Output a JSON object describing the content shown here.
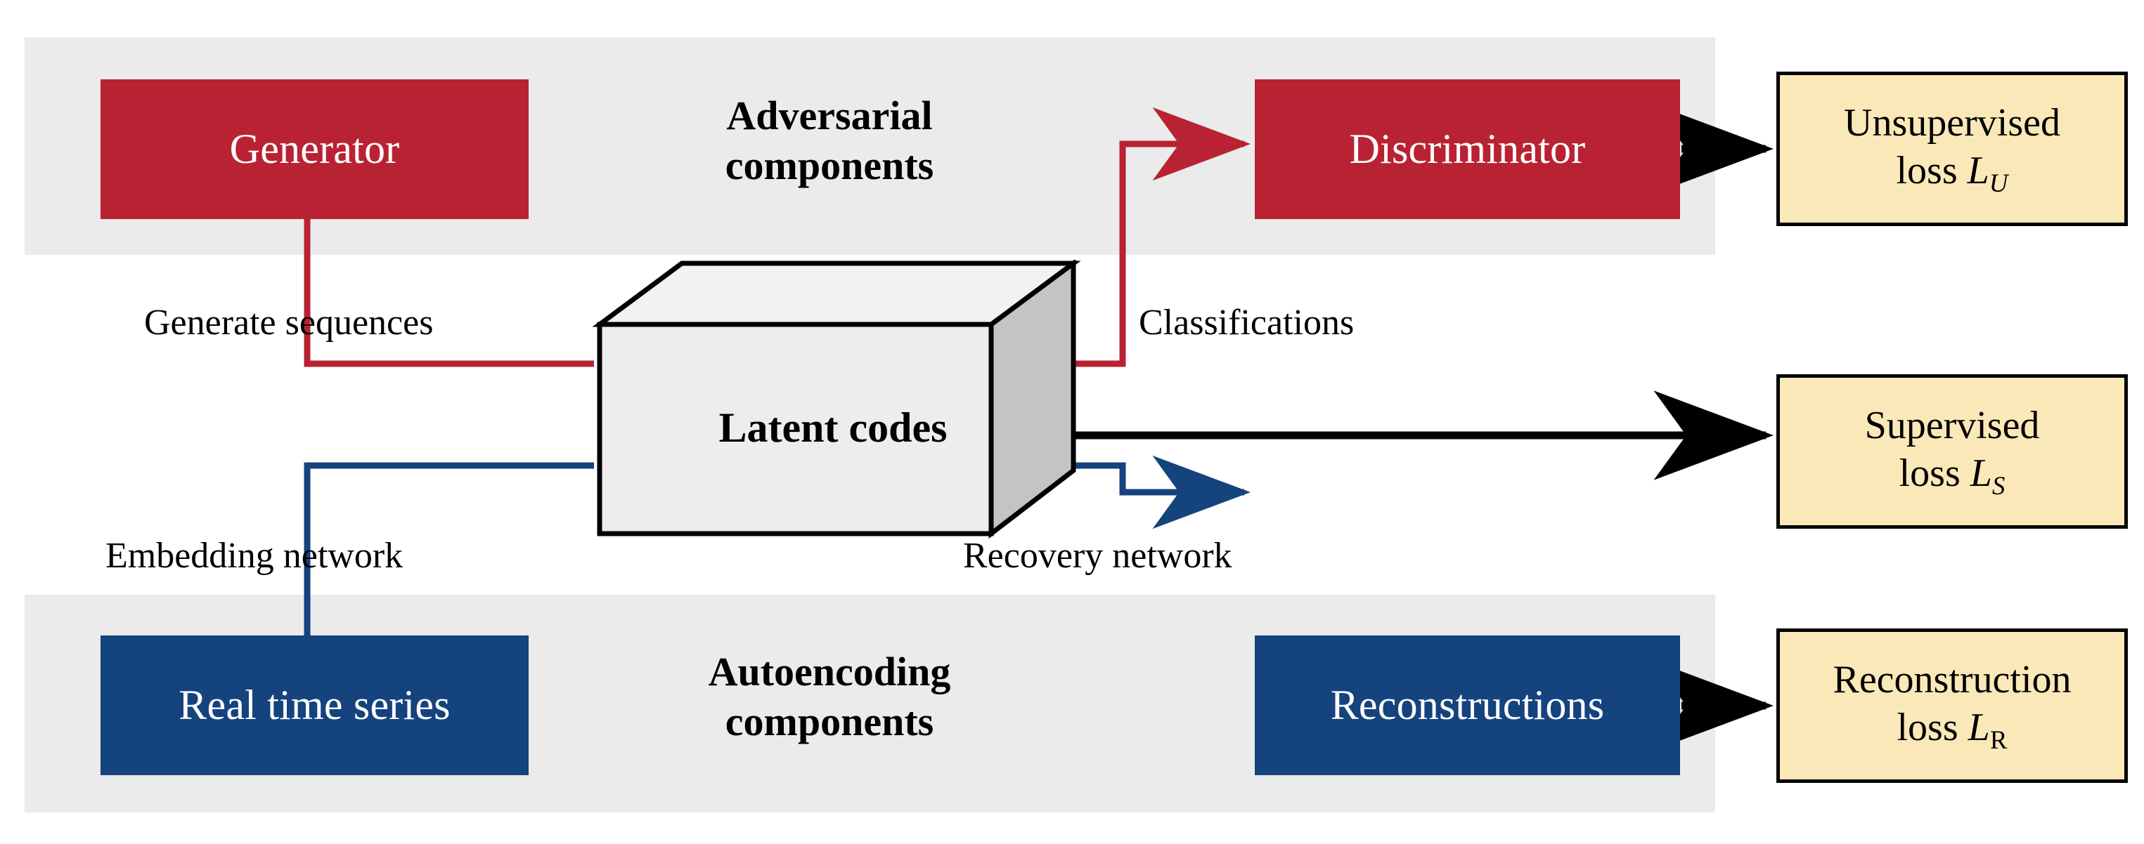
{
  "diagram": {
    "title": "TimeGAN architecture block diagram",
    "colors": {
      "band": "#ebebeb",
      "red": "#b92233",
      "blue": "#14437e",
      "loss_fill": "#fbe8b8",
      "box_front": "#eeeeee",
      "box_side": "#c4c4c4",
      "black": "#000000"
    }
  },
  "bands": {
    "adversarial": {
      "caption_line1": "Adversarial",
      "caption_line2": "components"
    },
    "autoencoding": {
      "caption_line1": "Autoencoding",
      "caption_line2": "components"
    }
  },
  "nodes": {
    "generator": "Generator",
    "discriminator": "Discriminator",
    "real_time_series": "Real time series",
    "reconstructions": "Reconstructions",
    "latent_codes": "Latent codes"
  },
  "losses": {
    "unsupervised": {
      "line1": "Unsupervised",
      "line2_prefix": "loss ",
      "symbol": "L",
      "subscript": "U",
      "subscript_style": "italic",
      "full": "Unsupervised loss LU"
    },
    "supervised": {
      "line1": "Supervised",
      "line2_prefix": "loss ",
      "symbol": "L",
      "subscript": "S",
      "subscript_style": "italic",
      "full": "Supervised loss LS"
    },
    "reconstruction": {
      "line1": "Reconstruction",
      "line2_prefix": "loss ",
      "symbol": "L",
      "subscript": "R",
      "subscript_style": "upright",
      "full": "Reconstruction loss LR"
    }
  },
  "edge_labels": {
    "generate_sequences": "Generate sequences",
    "classifications": "Classifications",
    "embedding_network": "Embedding network",
    "recovery_network": "Recovery network"
  },
  "arrows": [
    {
      "name": "generator-to-latent",
      "color": "#b92233",
      "from": "generator",
      "to": "latent_codes",
      "arrowhead": false
    },
    {
      "name": "latent-to-discriminator",
      "color": "#b92233",
      "from": "latent_codes",
      "to": "discriminator",
      "arrowhead": true
    },
    {
      "name": "discriminator-to-unsupervised-loss",
      "color": "#000000",
      "from": "discriminator",
      "to": "unsupervised_loss",
      "arrowhead": true
    },
    {
      "name": "latent-to-supervised-loss",
      "color": "#000000",
      "from": "latent_codes",
      "to": "supervised_loss",
      "arrowhead": true
    },
    {
      "name": "real-series-to-latent",
      "color": "#14437e",
      "from": "real_time_series",
      "to": "latent_codes",
      "arrowhead": false
    },
    {
      "name": "latent-to-reconstructions",
      "color": "#14437e",
      "from": "latent_codes",
      "to": "reconstructions",
      "arrowhead": true
    },
    {
      "name": "reconstructions-to-reconstruction-loss",
      "color": "#000000",
      "from": "reconstructions",
      "to": "reconstruction_loss",
      "arrowhead": true
    }
  ]
}
